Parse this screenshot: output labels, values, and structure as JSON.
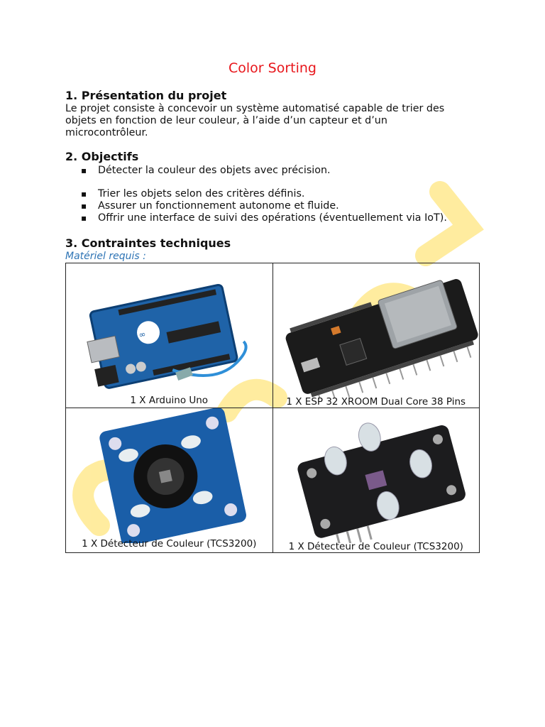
{
  "title": "Color Sorting",
  "sections": {
    "presentation": {
      "heading": "1. Présentation du projet",
      "text_lines": [
        "Le projet consiste à concevoir un système automatisé capable de trier des",
        "objets en fonction de leur couleur, à l’aide d’un capteur et d’un",
        "microcontrôleur."
      ]
    },
    "objectifs": {
      "heading": "2. Objectifs",
      "items": [
        "Détecter la couleur des objets avec précision.",
        "Trier les objets selon des critères définis.",
        "Assurer un fonctionnement autonome et fluide.",
        "Offrir une interface de suivi des opérations (éventuellement via IoT)."
      ]
    },
    "contraintes": {
      "heading": "3. Contraintes techniques",
      "subheading": "Matériel requis :",
      "hardware": [
        {
          "caption": "1 X Arduino Uno",
          "icon": "arduino-uno-board"
        },
        {
          "caption": "1 X ESP 32 XROOM Dual Core 38 Pins",
          "icon": "esp32-board"
        },
        {
          "caption": "1 X Détecteur de Couleur (TCS3200)",
          "icon": "tcs3200-sensor-blue"
        },
        {
          "caption": "1 X Détecteur de Couleur (TCS3200)",
          "icon": "tcs3200-sensor-black"
        }
      ]
    }
  },
  "colors": {
    "title": "#e8161b",
    "subheading": "#2e74b5",
    "watermark": "#ffd966"
  }
}
